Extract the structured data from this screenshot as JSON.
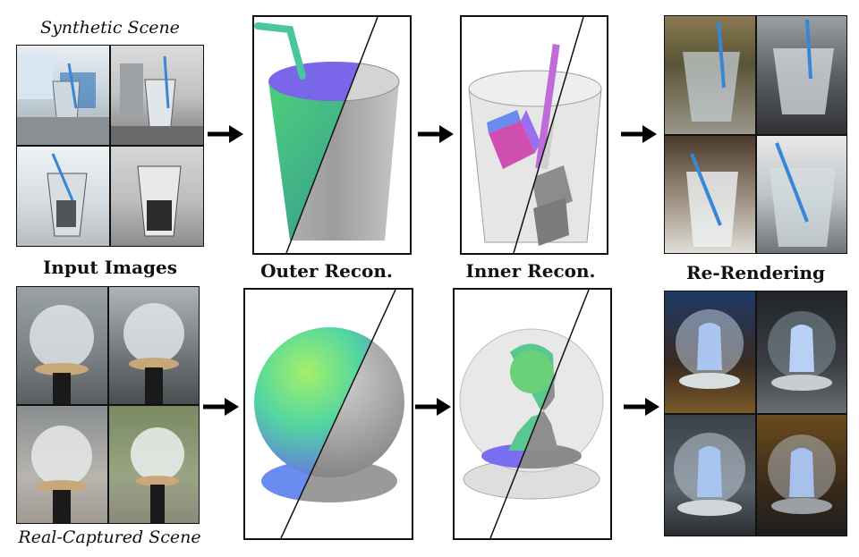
{
  "labels": {
    "synthetic_scene": "Synthetic Scene",
    "input_images": "Input Images",
    "outer_recon": "Outer Recon.",
    "inner_recon": "Inner Recon.",
    "re_rendering": "Re-Rendering",
    "real_captured_scene": "Real-Captured Scene"
  },
  "icons": {
    "arrow": "arrow-right-icon"
  },
  "colors": {
    "normal_map_a": "#4ad07a",
    "normal_map_b": "#6a6cf0",
    "shaded_gray": "#9a9a9a",
    "arrow": "#000000"
  }
}
